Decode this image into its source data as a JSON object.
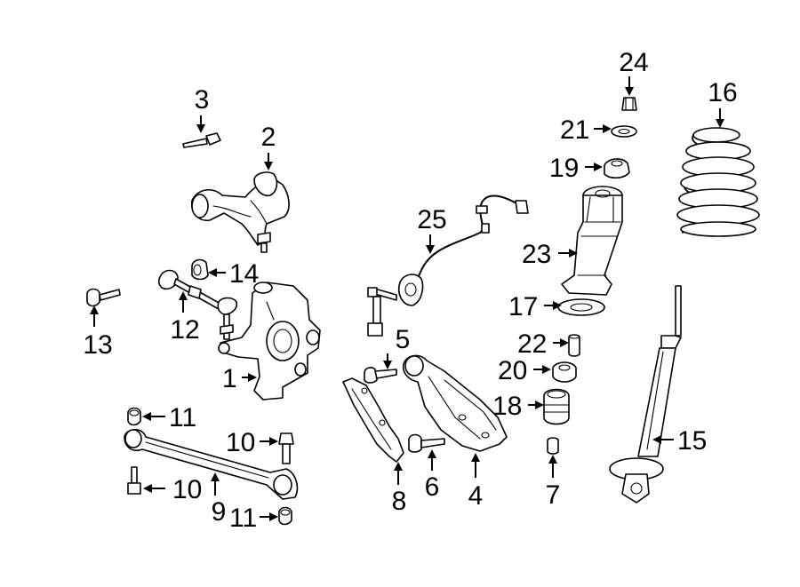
{
  "diagram": {
    "callouts": [
      "1",
      "2",
      "3",
      "4",
      "5",
      "6",
      "7",
      "8",
      "9",
      "10",
      "10",
      "11",
      "11",
      "12",
      "13",
      "14",
      "15",
      "16",
      "17",
      "18",
      "19",
      "20",
      "21",
      "22",
      "23",
      "24",
      "25"
    ]
  },
  "colors": {
    "line": "#000000",
    "background": "#ffffff",
    "shade": "#d8d8d8"
  }
}
